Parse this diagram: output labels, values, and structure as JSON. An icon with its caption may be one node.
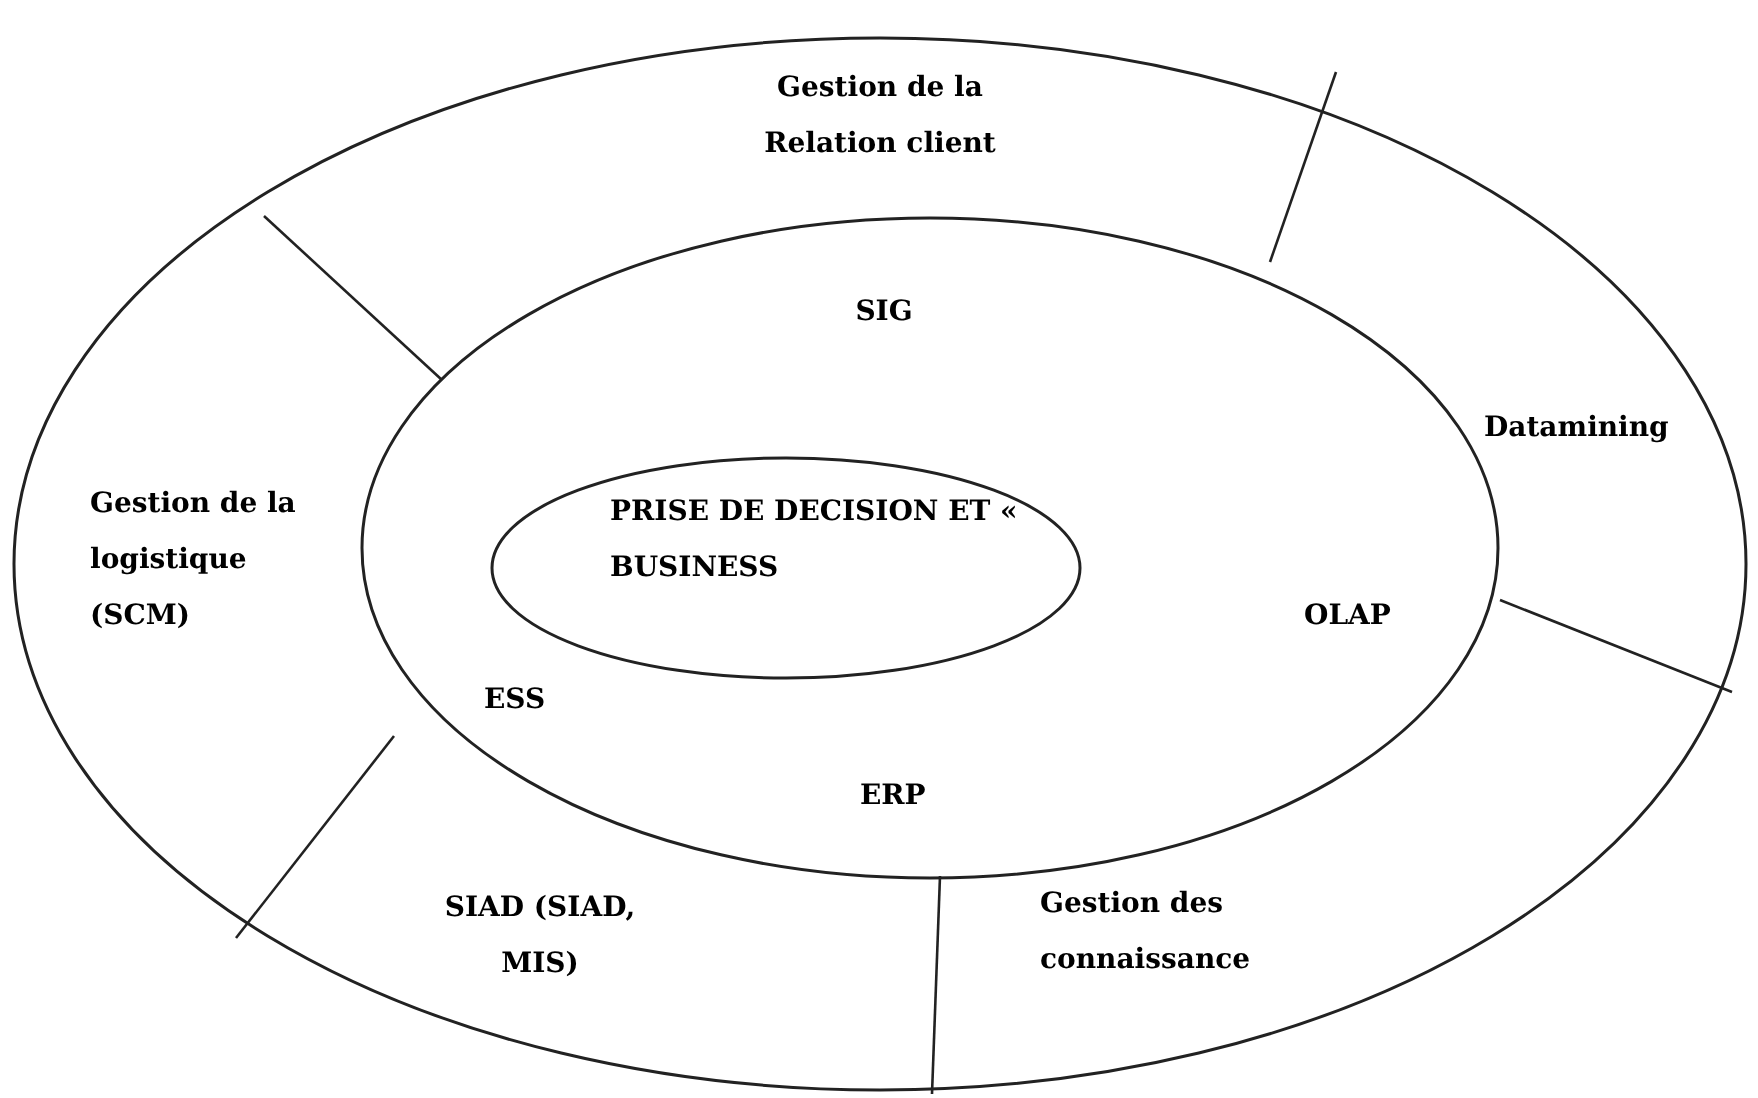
{
  "diagram": {
    "nodes": [
      {
        "text": [],
        "shape": "ellipse"
      },
      {
        "text": [],
        "shape": "ellipse",
        "in": 0
      },
      {
        "text": [
          "PRISE DE DECISION ET « BUSINESS"
        ],
        "in": 1
      }
    ],
    "labels": [
      "Gestion de la Relation client",
      "SIG",
      "Datamining",
      "Gestion de la logistique (SCM)",
      "OLAP",
      "ESS",
      "ERP",
      "SIAD (SIAD, MIS)",
      "Gestion des connaissance"
    ]
  }
}
